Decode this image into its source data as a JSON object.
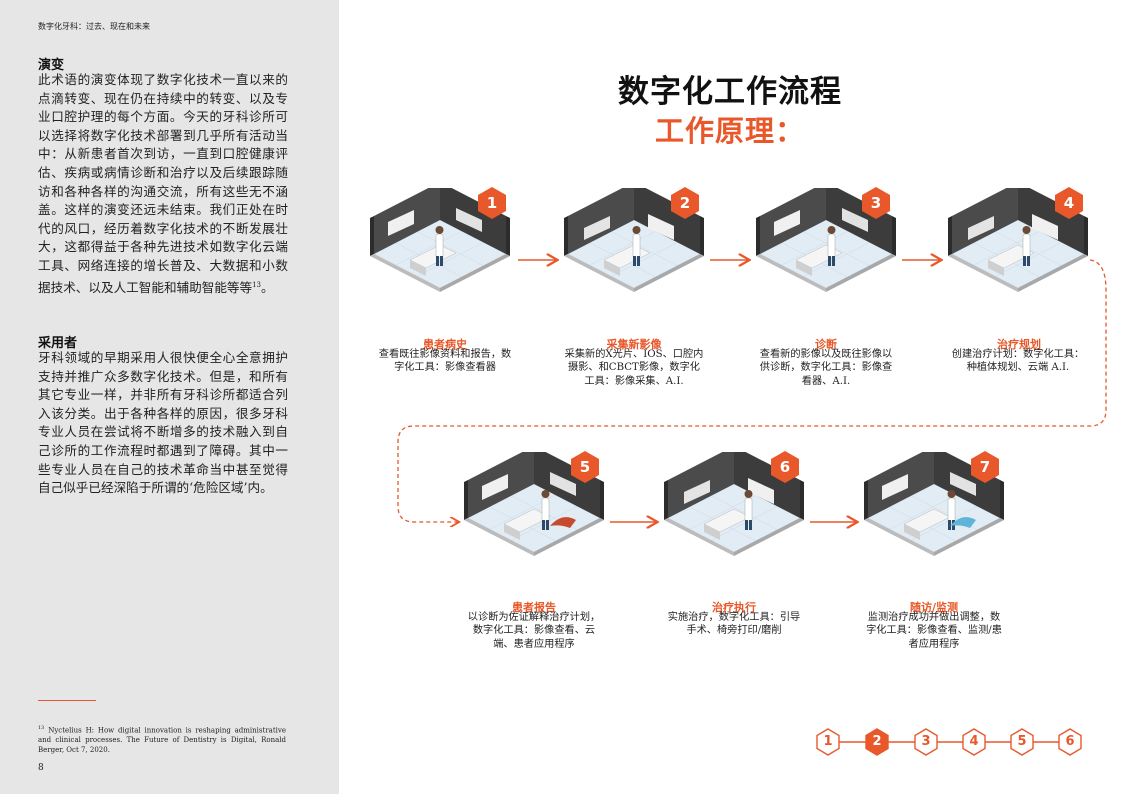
{
  "running_header": "数字化牙科：过去、现在和未来",
  "page_number": "8",
  "sections": [
    {
      "heading": "演变",
      "body": "此术语的演变体现了数字化技术一直以来的点滴转变、现在仍在持续中的转变、以及专业口腔护理的每个方面。今天的牙科诊所可以选择将数字化技术部署到几乎所有活动当中：从新患者首次到访，一直到口腔健康评估、疾病或病情诊断和治疗以及后续跟踪随访和各种各样的沟通交流，所有这些无不涵盖。这样的演变还远未结束。我们正处在时代的风口，经历着数字化技术的不断发展壮大，这都得益于各种先进技术如数字化云端工具、网络连接的增长普及、大数据和小数据技术、以及人工智能和辅助智能等等",
      "footnote_ref": "13",
      "tail": "。"
    },
    {
      "heading": "采用者",
      "body": "牙科领域的早期采用人很快便全心全意拥护支持并推广众多数字化技术。但是，和所有其它专业一样，并非所有牙科诊所都适合列入该分类。出于各种各样的原因，很多牙科专业人员在尝试将不断增多的技术融入到自己诊所的工作流程时都遇到了障碍。其中一些专业人员在自己的技术革命当中甚至觉得自己似乎已经深陷于所谓的‘危险区域’内。"
    }
  ],
  "footnote": {
    "ref": "13",
    "text": "Nyctelius H: How digital innovation is reshaping administrative and clinical processes. The Future of Dentistry is Digital, Ronald Berger, Oct 7, 2020."
  },
  "main": {
    "title": "数字化工作流程",
    "subtitle": "工作原理："
  },
  "steps": [
    {
      "number": "1",
      "title": "患者病史",
      "desc": "查看既往影像资料和报告，数字化工具：影像查看器"
    },
    {
      "number": "2",
      "title": "采集新影像",
      "desc": "采集新的X光片、IOS、口腔内摄影、和CBCT影像，数字化工具：影像采集、A.I."
    },
    {
      "number": "3",
      "title": "诊断",
      "desc": "查看新的影像以及既往影像以供诊断，数字化工具：影像查看器、A.I."
    },
    {
      "number": "4",
      "title": "治疗规划",
      "desc": "创建治疗计划：数字化工具：种植体规划、云端 A.I."
    },
    {
      "number": "5",
      "title": "患者报告",
      "desc": "以诊断为佐证解释治疗计划，数字化工具：影像查看、云端、患者应用程序"
    },
    {
      "number": "6",
      "title": "治疗执行",
      "desc": "实施治疗，数字化工具：引导手术、椅旁打印/磨削"
    },
    {
      "number": "7",
      "title": "随访/监测",
      "desc": "监测治疗成功并做出调整，数字化工具：影像查看、监测/患者应用程序"
    }
  ],
  "page_nav": {
    "items": [
      "1",
      "2",
      "3",
      "4",
      "5",
      "6"
    ],
    "active": "2"
  },
  "colors": {
    "accent": "#e8582a",
    "sidebar_bg": "#e6e6e6",
    "room_dark": "#4a4a4a",
    "floor": "#dfe9f2"
  }
}
